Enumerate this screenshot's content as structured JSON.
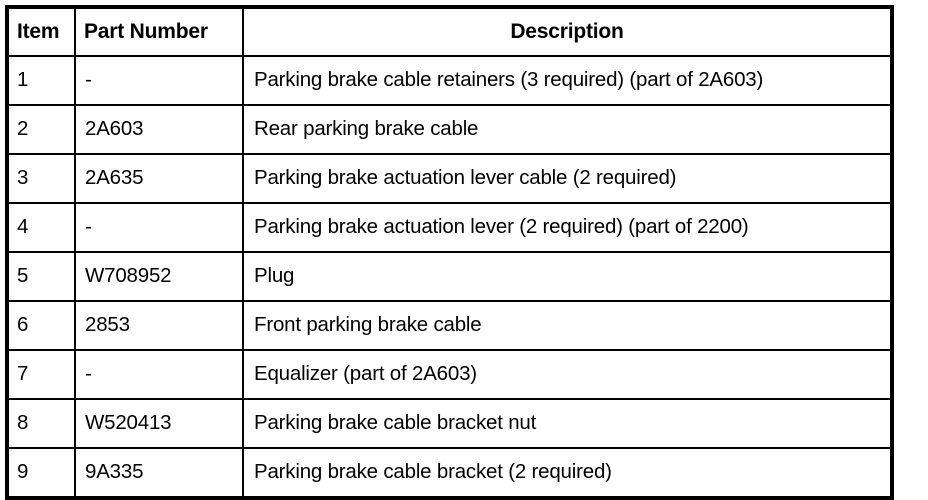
{
  "table": {
    "columns": [
      {
        "key": "item",
        "label": "Item",
        "align": "left"
      },
      {
        "key": "part_number",
        "label": "Part Number",
        "align": "left"
      },
      {
        "key": "description",
        "label": "Description",
        "align": "center"
      }
    ],
    "rows": [
      {
        "item": "1",
        "part_number": "-",
        "description": "Parking brake cable retainers (3 required) (part of 2A603)"
      },
      {
        "item": "2",
        "part_number": "2A603",
        "description": "Rear parking brake cable"
      },
      {
        "item": "3",
        "part_number": "2A635",
        "description": "Parking brake actuation lever cable (2 required)"
      },
      {
        "item": "4",
        "part_number": "-",
        "description": "Parking brake actuation lever (2 required) (part of 2200)"
      },
      {
        "item": "5",
        "part_number": "W708952",
        "description": "Plug"
      },
      {
        "item": "6",
        "part_number": "2853",
        "description": "Front parking brake cable"
      },
      {
        "item": "7",
        "part_number": "-",
        "description": "Equalizer (part of 2A603)"
      },
      {
        "item": "8",
        "part_number": "W520413",
        "description": "Parking brake cable bracket nut"
      },
      {
        "item": "9",
        "part_number": "9A335",
        "description": "Parking brake cable bracket (2 required)"
      }
    ]
  },
  "style": {
    "border_color": "#000000",
    "background_color": "#ffffff",
    "text_color": "#000000"
  }
}
